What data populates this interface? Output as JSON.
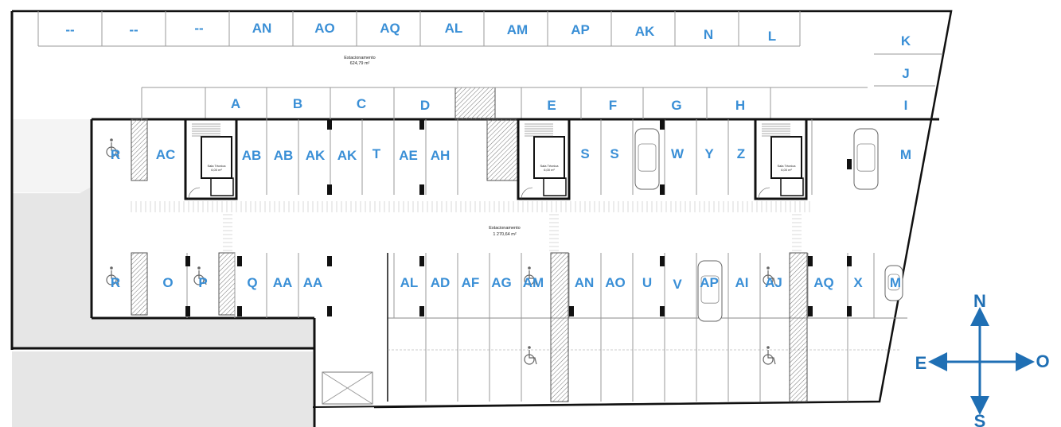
{
  "areas": {
    "upper": {
      "name": "Estacionamento",
      "value": "624,79 m²"
    },
    "lower": {
      "name": "Estacionamento",
      "value": "1 270,64 m²"
    }
  },
  "rooms": {
    "name": "Sala Técnica",
    "values": [
      "6,00 m²",
      "6,00 m²",
      "6,00 m²"
    ]
  },
  "compass": {
    "north": "N",
    "south": "S",
    "east": "E",
    "west": "O",
    "color": "#1f6fb4"
  },
  "label_color": "#3a8fd6",
  "top_row": [
    "--",
    "--",
    "--",
    "AN",
    "AO",
    "AQ",
    "AL",
    "AM",
    "AP",
    "AK",
    "N",
    "L"
  ],
  "right_col": [
    "K",
    "J",
    "I"
  ],
  "second_row": [
    "A",
    "B",
    "C",
    "D",
    "E",
    "F",
    "G",
    "H"
  ],
  "mid_row": [
    "R",
    "AC",
    "AB",
    "AB",
    "AK",
    "AK",
    "T",
    "AE",
    "AH",
    "S",
    "S",
    "W",
    "Y",
    "Z",
    "M"
  ],
  "lower_row": [
    "R",
    "O",
    "P",
    "Q",
    "AA",
    "AA",
    "AL",
    "AD",
    "AF",
    "AG",
    "AM",
    "AN",
    "AO",
    "U",
    "V",
    "AP",
    "AI",
    "AJ",
    "AQ",
    "X",
    "M"
  ]
}
